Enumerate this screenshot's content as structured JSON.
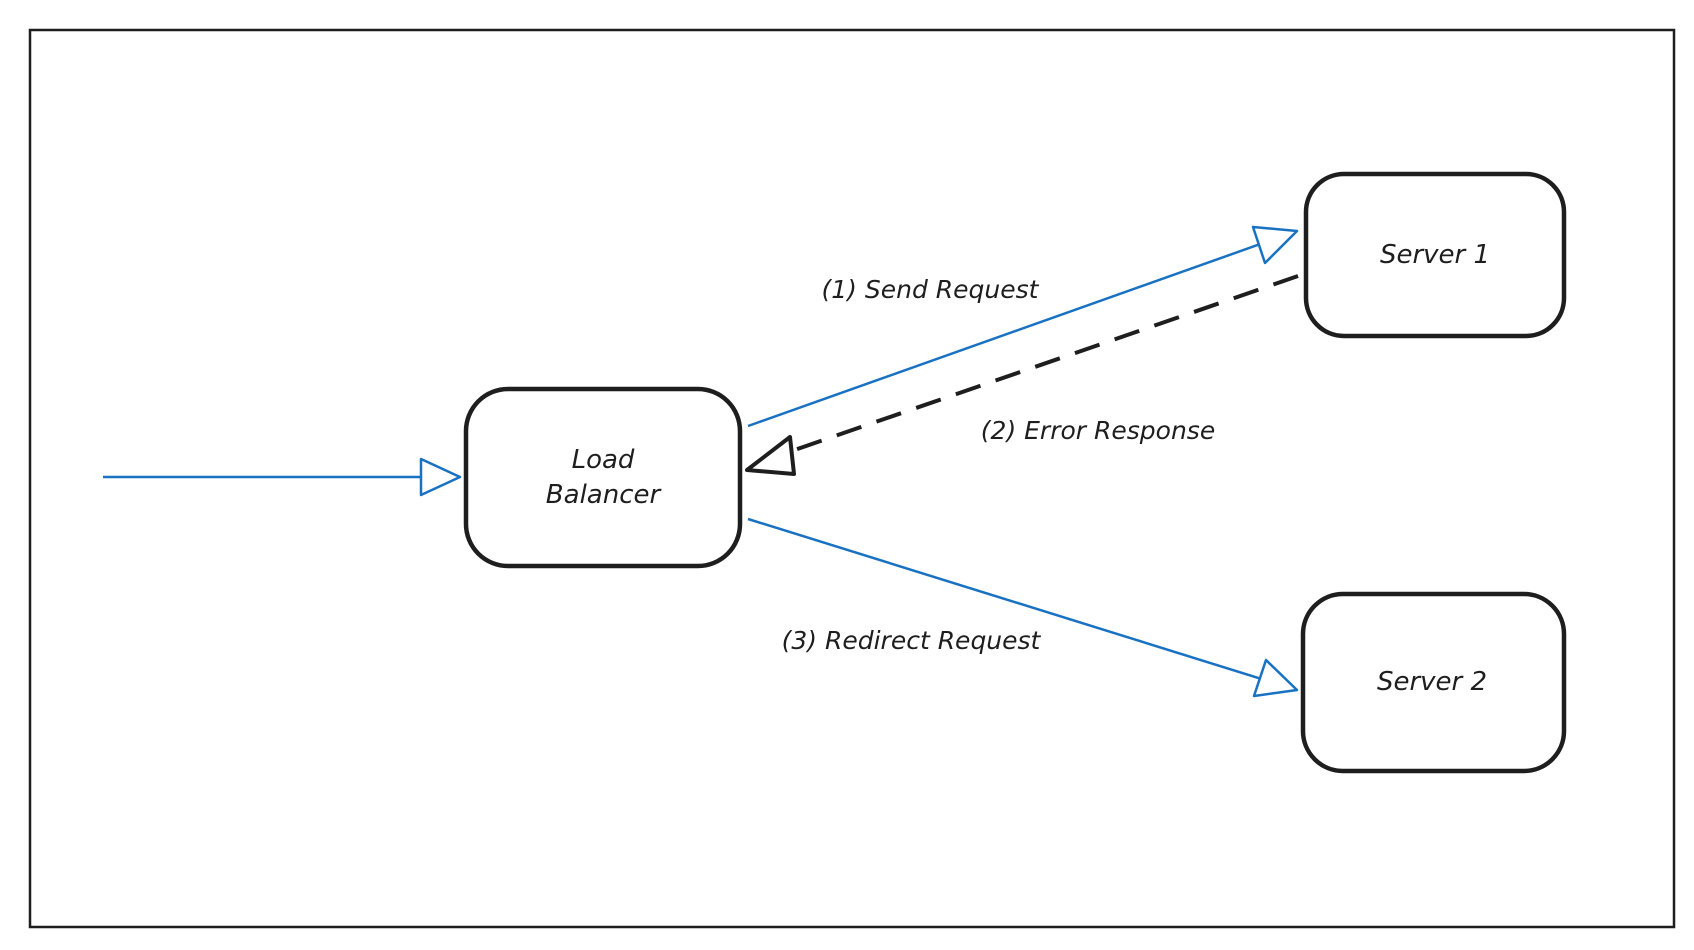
{
  "colors": {
    "frame": "#1e1e1e",
    "node_stroke": "#1e1e1e",
    "node_fill": "#ffffff",
    "request_arrow": "#1971c2",
    "response_arrow": "#1e1e1e",
    "text": "#1e1e1e"
  },
  "nodes": {
    "load_balancer": {
      "label_line1": "Load",
      "label_line2": "Balancer"
    },
    "server1": {
      "label": "Server 1"
    },
    "server2": {
      "label": "Server 2"
    }
  },
  "edges": {
    "incoming": {
      "style": "solid",
      "color": "blue"
    },
    "send_request": {
      "label": "(1) Send Request",
      "style": "solid",
      "color": "blue"
    },
    "error_response": {
      "label": "(2) Error Response",
      "style": "dashed",
      "color": "black"
    },
    "redirect_request": {
      "label": "(3) Redirect Request",
      "style": "solid",
      "color": "blue"
    }
  }
}
